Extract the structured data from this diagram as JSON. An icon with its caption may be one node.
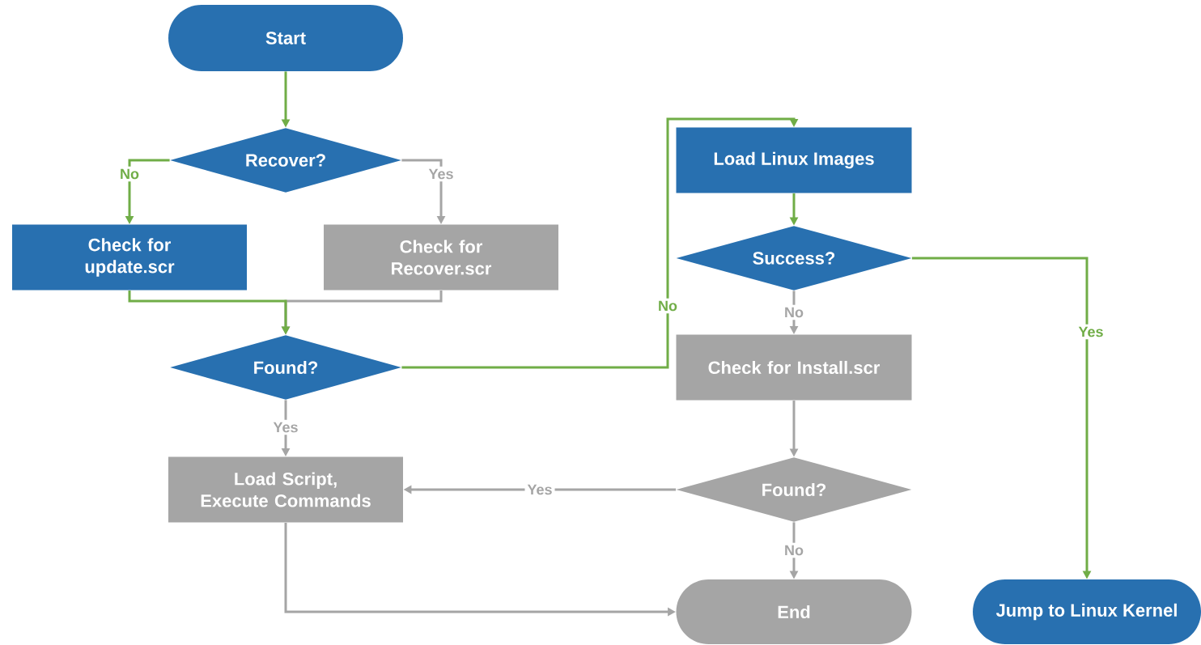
{
  "diagram": {
    "nodes": [
      {
        "text": [
          "Start"
        ]
      },
      {
        "text": [
          "Recover?"
        ]
      },
      {
        "text": [
          "Check for update.scr"
        ]
      },
      {
        "text": [
          "Check for Recover.scr"
        ]
      },
      {
        "text": [
          "Found?"
        ]
      },
      {
        "text": [
          "Load Script, Execute Commands"
        ]
      },
      {
        "text": [
          "Load Linux Images"
        ]
      },
      {
        "text": [
          "Success?"
        ]
      },
      {
        "text": [
          "Check for Install.scr"
        ]
      },
      {
        "text": [
          "Found?"
        ]
      },
      {
        "text": [
          "End"
        ]
      },
      {
        "text": [
          "Jump to Linux Kernel"
        ]
      }
    ],
    "edges": [
      {
        "from": 0,
        "to": 1,
        "arrow": "to",
        "color": "#70ad47"
      },
      {
        "from": 1,
        "to": 2,
        "arrow": "to",
        "label": "No",
        "color": "#70ad47"
      },
      {
        "from": 1,
        "to": 3,
        "arrow": "to",
        "label": "Yes"
      },
      {
        "from": 2,
        "to": 4,
        "arrow": "to",
        "color": "#70ad47"
      },
      {
        "from": 3,
        "to": 4,
        "arrow": "to"
      },
      {
        "from": 4,
        "to": 5,
        "arrow": "to",
        "label": "Yes"
      },
      {
        "from": 4,
        "to": 6,
        "arrow": "to",
        "label": "No",
        "color": "#70ad47"
      },
      {
        "from": 6,
        "to": 7,
        "arrow": "to",
        "color": "#70ad47"
      },
      {
        "from": 7,
        "to": 8,
        "arrow": "to",
        "label": "No"
      },
      {
        "from": 7,
        "to": 11,
        "arrow": "to",
        "label": "Yes",
        "color": "#70ad47"
      },
      {
        "from": 8,
        "to": 9,
        "arrow": "to"
      },
      {
        "from": 9,
        "to": 5,
        "arrow": "to",
        "label": "Yes"
      },
      {
        "from": 9,
        "to": 10,
        "arrow": "to",
        "label": "No"
      },
      {
        "from": 5,
        "to": 10,
        "arrow": "to"
      }
    ]
  }
}
